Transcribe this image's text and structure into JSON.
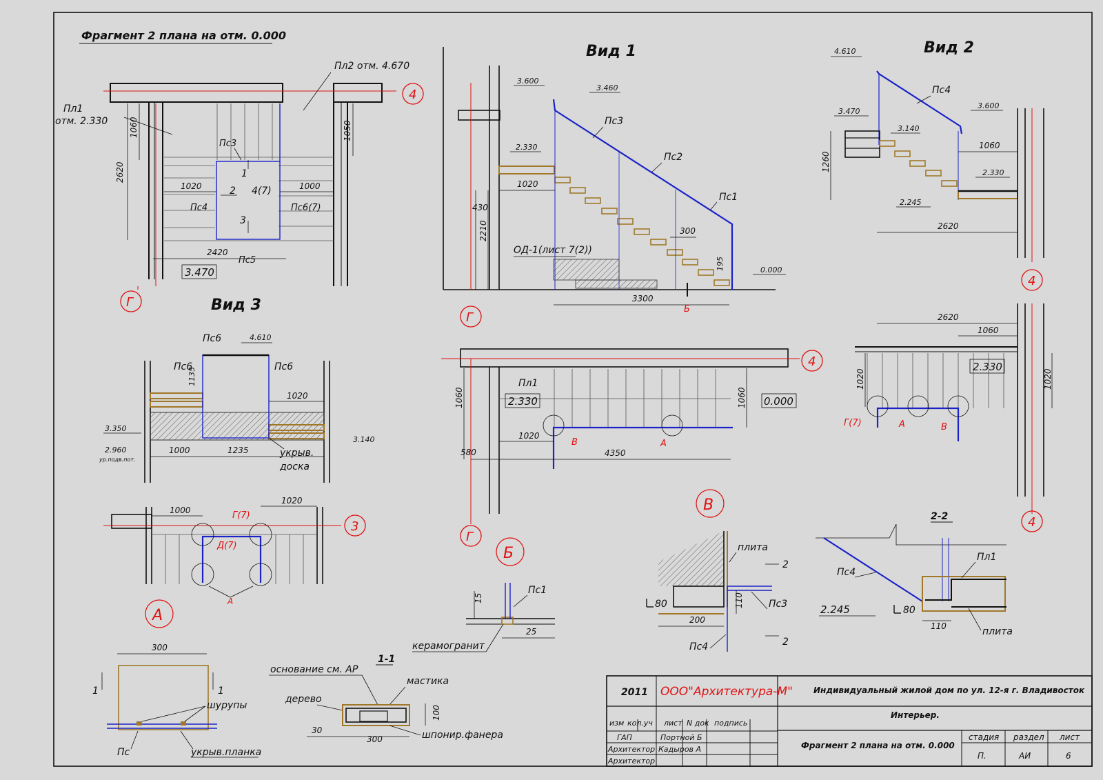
{
  "titles": {
    "fragment_plan": "Фрагмент 2 плана на отм. 0.000",
    "view1": "Вид 1",
    "view2": "Вид 2",
    "view3": "Вид 3",
    "sec11": "1-1",
    "sec22": "2-2"
  },
  "plan": {
    "pl1": "Пл1",
    "pl1_elev": "отм. 2.330",
    "pl2": "Пл2 отм. 4.670",
    "ps3": "Пс3",
    "ps4": "Пс4",
    "ps5": "Пс5",
    "ps67": "Пс6(7)",
    "n1": "1",
    "n2": "2",
    "n3": "3",
    "n47": "4(7)",
    "d2620": "2620",
    "d1060": "1060",
    "d1050": "1050",
    "d1020": "1020",
    "d1000": "1000",
    "d2420": "2420",
    "elev": "3.470",
    "axis4": "4",
    "axisG": "Г"
  },
  "view1": {
    "e3600": "3.600",
    "e3460": "3.460",
    "e2330": "2.330",
    "e0000": "0.000",
    "ps3": "Пс3",
    "ps2": "Пс2",
    "ps1": "Пс1",
    "d1020": "1020",
    "d430": "430",
    "d2210": "2210",
    "d300": "300",
    "d195": "195",
    "d3300": "3300",
    "od1": "ОД-1(лист 7(2))",
    "axisG": "Г",
    "mark": "Б"
  },
  "view2": {
    "e4610": "4.610",
    "e3600": "3.600",
    "e3470": "3.470",
    "e3140": "3.140",
    "e2330": "2.330",
    "e2245": "2.245",
    "ps4": "Пс4",
    "d1260": "1260",
    "d1060": "1060",
    "d2620": "2620",
    "axis4": "4"
  },
  "view3": {
    "ps6": "Пс6",
    "e4610": "4.610",
    "d1135": "1135",
    "d1020": "1020",
    "e3350": "3.350",
    "e2960": "2.960",
    "e2960_note": "ур.подв.пот.",
    "d1000": "1000",
    "d1235": "1235",
    "e3140": "3.140",
    "ukryv": "укрыв.",
    "doska": "доска"
  },
  "planB": {
    "pl1": "Пл1",
    "e2330": "2.330",
    "e0000": "0.000",
    "d1060": "1060",
    "d1020": "1020",
    "d580": "580",
    "d4350": "4350",
    "mV": "В",
    "mA": "А",
    "axis4": "4",
    "axisG": "Г",
    "callB": "Б"
  },
  "planR": {
    "d2620": "2620",
    "d1060": "1060",
    "d1020": "1020",
    "d1020b": "1020",
    "e2330": "2.330",
    "g7": "Г(7)",
    "mA": "А",
    "mV": "В",
    "axis4a": "4",
    "axis4b": "4"
  },
  "detA": {
    "d1000": "1000",
    "d1020": "1020",
    "g7": "Г(7)",
    "d7": "Д(7)",
    "axis3": "3",
    "mA": "А",
    "callA": "А"
  },
  "nodeB": {
    "ps1": "Пс1",
    "d15": "15",
    "d25": "25",
    "keram": "керамогранит"
  },
  "nodeV": {
    "plita": "плита",
    "n2a": "2",
    "n2b": "2",
    "ps3": "Пс3",
    "ps4": "Пс4",
    "d80": "80",
    "d110": "110",
    "d200": "200",
    "callV": "В"
  },
  "sec22": {
    "ps4": "Пс4",
    "pl1": "Пл1",
    "e2245": "2.245",
    "d80": "80",
    "d110": "110",
    "plita": "плита"
  },
  "detPs": {
    "d300": "300",
    "n1a": "1",
    "n1b": "1",
    "shurupy": "шурупы",
    "ps": "Пс",
    "planka": "укрыв.планка"
  },
  "sec11": {
    "osnovanie": "основание см. АР",
    "mastika": "мастика",
    "derevo": "дерево",
    "d100": "100",
    "d30": "30",
    "d300": "300",
    "faner": "шпонир.фанера"
  },
  "stamp": {
    "year": "2011",
    "company": "ООО\"Архитектура-М\"",
    "project": "Индивидуальный жилой дом  по ул. 12-я г. Владивосток",
    "section": "Интерьер.",
    "sheet_title": "Фрагмент 2 плана на отм. 0.000",
    "h_izm": "изм",
    "h_kol": "кол.уч",
    "h_list": "лист",
    "h_ndok": "N док",
    "h_podp": "подпись",
    "r1_role": "ГАП",
    "r1_name": "Портной Б",
    "r2_role": "Архитектор",
    "r2_name": "Кадыров А",
    "r3_role": "Архитектор",
    "h_stadiya": "стадия",
    "h_razdel": "раздел",
    "h_list2": "лист",
    "v_stadiya": "П.",
    "v_razdel": "АИ",
    "v_list": "6"
  },
  "colors": {
    "blue": "#1a22c8",
    "red": "#e01010",
    "wood": "#a07828",
    "line": "#111111"
  }
}
